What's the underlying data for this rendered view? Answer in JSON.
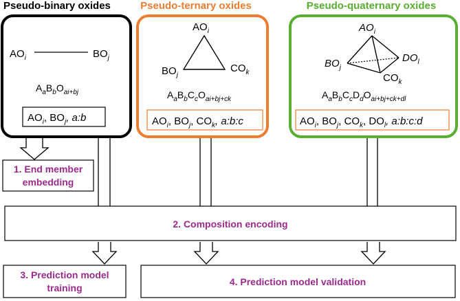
{
  "colors": {
    "binary": "#000000",
    "ternary": "#ed7d31",
    "quaternary": "#5aae32",
    "step_text": "#9b2a8e"
  },
  "binary": {
    "title": "Pseudo-binary oxides",
    "node_a": "AO",
    "node_a_sub": "i",
    "node_b": "BO",
    "node_b_sub": "j",
    "formula": "A",
    "formula_sub1": "a",
    "formula_b": "B",
    "formula_sub2": "b",
    "formula_o": "O",
    "formula_sub3": "ai+bj",
    "encoding_a": "AO",
    "encoding_a_sub": "i",
    "encoding_sep1": ", ",
    "encoding_b": "BO",
    "encoding_b_sub": "j",
    "encoding_ratio": ", a:b"
  },
  "ternary": {
    "title": "Pseudo-ternary oxides",
    "node_a": "AO",
    "node_a_sub": "i",
    "node_b": "BO",
    "node_b_sub": "j",
    "node_c": "CO",
    "node_c_sub": "k",
    "formula_sub4": "ai+bj+ck",
    "encoding_ratio": ", a:b:c"
  },
  "quaternary": {
    "title": "Pseudo-quaternary oxides",
    "node_a": "AO",
    "node_a_sub": "i",
    "node_b": "BO",
    "node_b_sub": "j",
    "node_c": "CO",
    "node_c_sub": "k",
    "node_d": "DO",
    "node_d_sub": "l",
    "formula_sub5": "ai+bj+ck+dl",
    "encoding_d": "DO",
    "encoding_d_sub": "l",
    "encoding_ratio": ", a:b:c:d"
  },
  "steps": {
    "step1_line1": "1. End member",
    "step1_line2": "embedding",
    "step2": "2. Composition encoding",
    "step3_line1": "3. Prediction model",
    "step3_line2": "training",
    "step4": "4. Prediction model validation"
  }
}
